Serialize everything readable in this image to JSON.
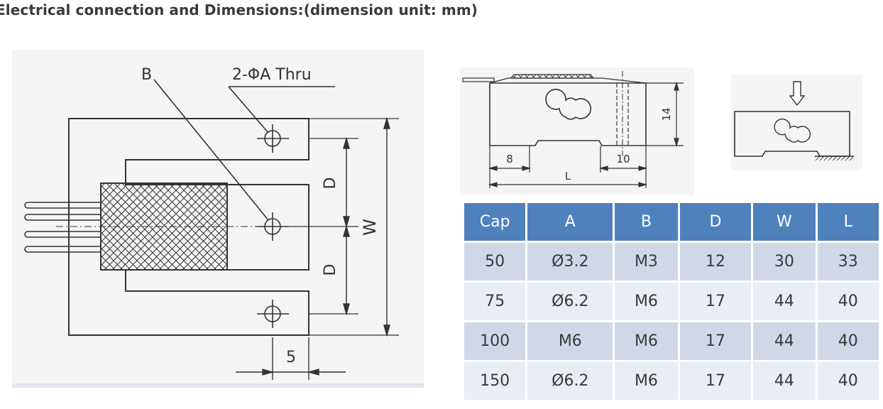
{
  "heading": "Electrical connection and Dimensions:(dimension unit: mm)",
  "left_drawing": {
    "label_b": "B",
    "label_hole": "2-ΦA Thru",
    "label_d_top": "D",
    "label_d_bottom": "D",
    "label_w": "W",
    "label_5": "5"
  },
  "side_drawing": {
    "label_8": "8",
    "label_10": "10",
    "label_l": "L",
    "label_14": "14"
  },
  "table": {
    "headers": [
      "Cap",
      "A",
      "B",
      "D",
      "W",
      "L"
    ],
    "rows": [
      [
        "50",
        "Ø3.2",
        "M3",
        "12",
        "30",
        "33"
      ],
      [
        "75",
        "Ø6.2",
        "M6",
        "17",
        "44",
        "40"
      ],
      [
        "100",
        "M6",
        "M6",
        "17",
        "44",
        "40"
      ],
      [
        "150",
        "Ø6.2",
        "M6",
        "17",
        "44",
        "40"
      ]
    ]
  },
  "colors": {
    "header_bg": "#4f81bd",
    "row_odd": "#d0d8e8",
    "row_even": "#e9edf4"
  }
}
